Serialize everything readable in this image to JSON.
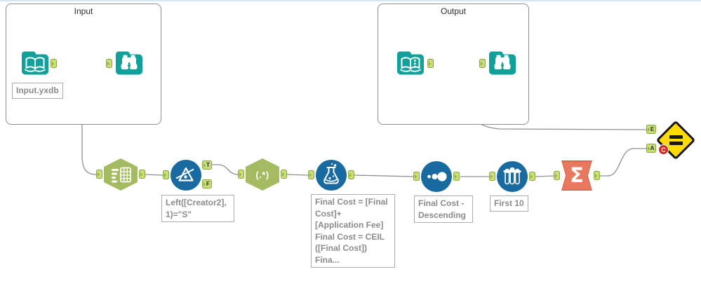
{
  "containers": {
    "input": {
      "title": "Input"
    },
    "output": {
      "title": "Output"
    }
  },
  "tools": {
    "input_data": {
      "label": "Input.yxdb"
    },
    "filter": {
      "annotation": "Left([Creator2],\n1)=\"S\"",
      "true_anchor": "T",
      "false_anchor": "F"
    },
    "regex": {
      "icon_text": "(.*)"
    },
    "formula": {
      "annotation": "Final Cost = [Final\nCost]+\n[Application Fee]\nFinal Cost = CEIL\n([Final Cost])\nFina..."
    },
    "sort": {
      "annotation": "Final Cost -\nDescending"
    },
    "sample": {
      "annotation": "First 10"
    },
    "summarize": {
      "icon_text": "Σ"
    },
    "expect_equal": {
      "expected_anchor": "E",
      "actual_anchor": "A",
      "badge": "C"
    }
  },
  "colors": {
    "teal": "#12a19a",
    "tool_blue": "#1a6aa2",
    "hex_green": "#a4bb61",
    "anchor_green": "#c7df76",
    "anchor_border": "#89a73e",
    "summarize_salmon": "#e8795e",
    "summarize_border": "#d4664b",
    "diamond_yellow": "#ffdc00",
    "badge_red": "#ce2b26",
    "annotation_gray": "#8b8b8b",
    "wire_gray": "#8f8f8f"
  }
}
